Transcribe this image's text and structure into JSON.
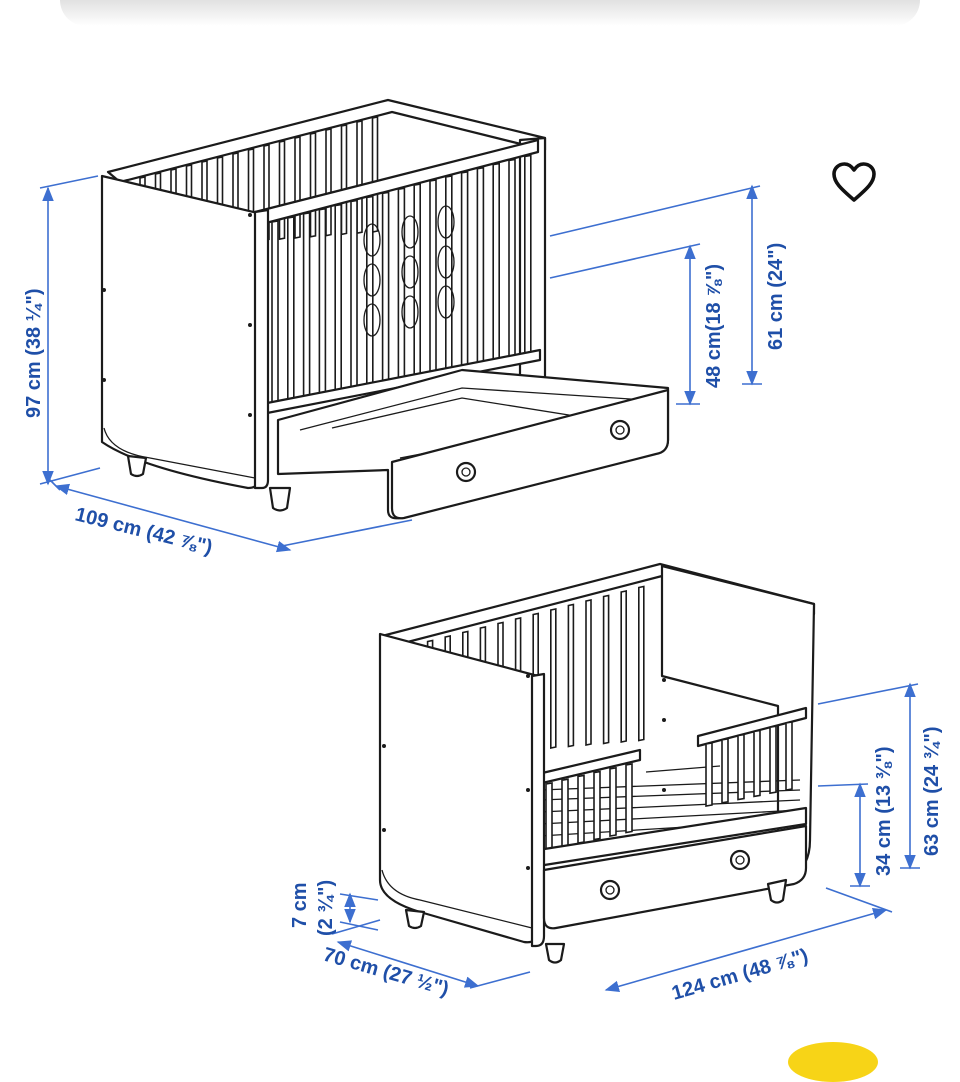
{
  "favorite": {
    "icon": "heart-outline-icon"
  },
  "diagrams": {
    "crib": {
      "dimensions": {
        "height": "97 cm (38 ¼\")",
        "length": "109 cm (42 ⅞\")",
        "mattress_base_high": "61 cm (24\")",
        "mattress_base_low": "48 cm(18 ⅞\")"
      }
    },
    "junior_bed": {
      "dimensions": {
        "width": "70 cm (27 ½\")",
        "length": "124 cm (48 ⅞\")",
        "floor_clearance_value": "7 cm",
        "floor_clearance_imperial": "(2 ¾\")",
        "side_rail_height": "34 cm (13 ⅜\")",
        "total_height": "63 cm (24 ¾\")"
      }
    }
  },
  "colors": {
    "dimension_blue": "#1f4fa8",
    "line_art": "#1b1b1b",
    "badge_yellow": "#f7d417"
  }
}
